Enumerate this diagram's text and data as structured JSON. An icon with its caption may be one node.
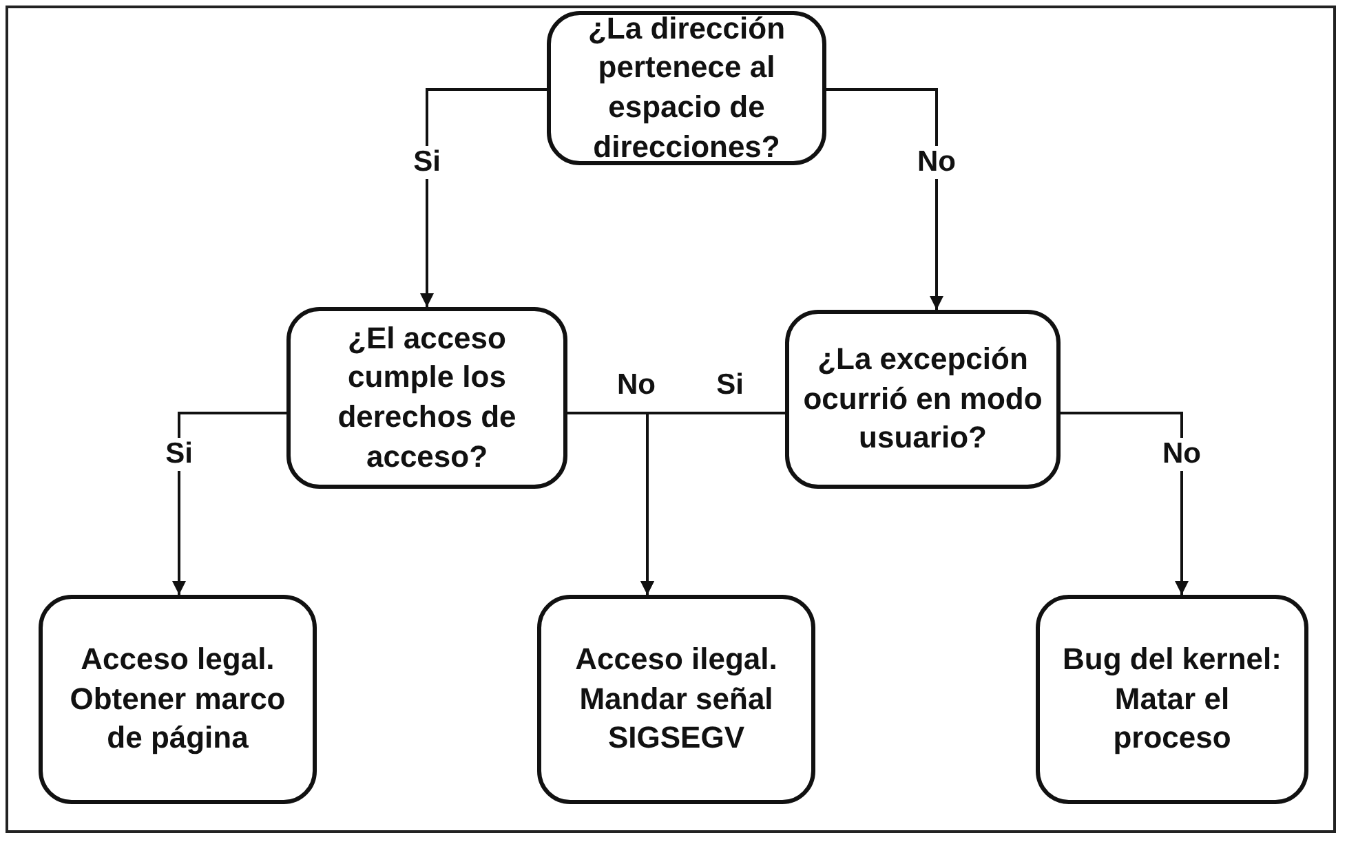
{
  "diagram": {
    "nodes": [
      {
        "text": [
          "¿La dirección pertenece al espacio de direcciones?"
        ]
      },
      {
        "text": [
          "¿El acceso cumple los derechos de acceso?"
        ]
      },
      {
        "text": [
          "¿La excepción ocurrió en modo usuario?"
        ]
      },
      {
        "text": [
          "Acceso legal. Obtener marco de página"
        ]
      },
      {
        "text": [
          "Acceso ilegal. Mandar señal SIGSEGV"
        ]
      },
      {
        "text": [
          "Bug del kernel: Matar el proceso"
        ]
      }
    ],
    "edges": [
      {
        "from": 0,
        "to": 1,
        "arrow": "to",
        "label": "Si"
      },
      {
        "from": 0,
        "to": 2,
        "arrow": "to",
        "label": "No"
      },
      {
        "from": 1,
        "to": 3,
        "arrow": "to",
        "label": "Si"
      },
      {
        "from": 1,
        "to": 4,
        "arrow": "to",
        "label": "No"
      },
      {
        "from": 2,
        "to": 4,
        "arrow": "to",
        "label": "Si"
      },
      {
        "from": 2,
        "to": 5,
        "arrow": "to",
        "label": "No"
      }
    ]
  }
}
